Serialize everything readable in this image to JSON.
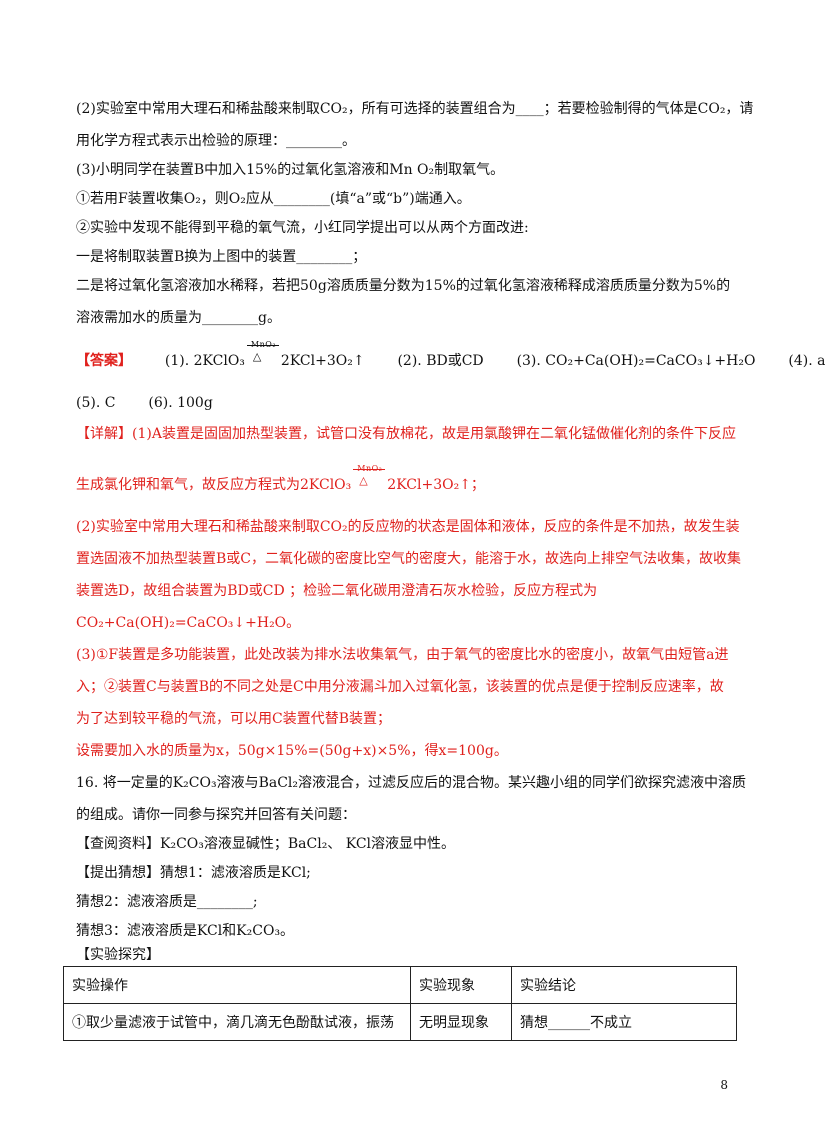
{
  "lines": {
    "l1": "(2)实验室中常用大理石和稀盐酸来制取CO₂，所有可选择的装置组合为____；若要检验制得的气体是CO₂，请",
    "l2": "用化学方程式表示出检验的原理：________。",
    "l3": "(3)小明同学在装置B中加入15%的过氧化氢溶液和Mn O₂制取氧气。",
    "l4": "①若用F装置收集O₂，则O₂应从________(填“a”或“b”)端通入。",
    "l5": "②实验中发现不能得到平稳的氧气流，小红同学提出可以从两个方面改进:",
    "l6": "一是将制取装置B换为上图中的装置________；",
    "l7": "二是将过氧化氢溶液加水稀释，若把50g溶质质量分数为15%的过氧化氢溶液稀释成溶质质量分数为5%的",
    "l8": "溶液需加水的质量为________g。"
  },
  "answer": {
    "label": "【答案】",
    "a1": "(1). 2KClO₃",
    "a1b": "2KCl+3O₂↑",
    "a2": "(2). BD或CD",
    "a3": "(3). CO₂+Ca(OH)₂=CaCO₃↓+H₂O",
    "a4": "(4). a",
    "a5": "(5). C",
    "a6": "(6). 100g",
    "catalyst": "MnO₂",
    "heat": "△"
  },
  "detail": {
    "d1": "【详解】(1)A装置是固固加热型装置，试管口没有放棉花，故是用氯酸钾在二氧化锰做催化剂的条件下反应",
    "d2a": "生成氯化钾和氧气，故反应方程式为2KClO₃",
    "d2b": "2KCl+3O₂↑；",
    "d3": "(2)实验室中常用大理石和稀盐酸来制取CO₂的反应物的状态是固体和液体，反应的条件是不加热，故发生装",
    "d4": "置选固液不加热型装置B或C，二氧化碳的密度比空气的密度大，能溶于水，故选向上排空气法收集，故收集",
    "d5": "装置选D，故组合装置为BD或CD  ；检验二氧化碳用澄清石灰水检验，反应方程式为",
    "d6": "CO₂+Ca(OH)₂=CaCO₃↓+H₂O。",
    "d7": "(3)①F装置是多功能装置，此处改装为排水法收集氧气，由于氧气的密度比水的密度小，故氧气由短管a进",
    "d8": "入；②装置C与装置B的不同之处是C中用分液漏斗加入过氧化氢，该装置的优点是便于控制反应速率，故",
    "d9": "为了达到较平稳的气流，可以用C装置代替B装置；",
    "d10": "设需要加入水的质量为x，50g×15%=(50g+x)×5%，得x=100g。"
  },
  "q16": {
    "q1": "16. 将一定量的K₂CO₃溶液与BaCl₂溶液混合，过滤反应后的混合物。某兴趣小组的同学们欲探究滤液中溶质",
    "q2": "的组成。请你一同参与探究并回答有关问题：",
    "q3": "【查阅资料】K₂CO₃溶液显碱性；BaCl₂、 KCl溶液显中性。",
    "q4": "【提出猜想】猜想1：滤液溶质是KCl;",
    "q5": "猜想2：滤液溶质是________;",
    "q6": "猜想3：滤液溶质是KCl和K₂CO₃。",
    "q7": "【实验探究】"
  },
  "table": {
    "headers": [
      "实验操作",
      "实验现象",
      "实验结论"
    ],
    "row1": [
      "①取少量滤液于试管中，滴几滴无色酚酞试液，振荡",
      "无明显现象",
      "猜想______不成立"
    ]
  },
  "page_number": "8"
}
